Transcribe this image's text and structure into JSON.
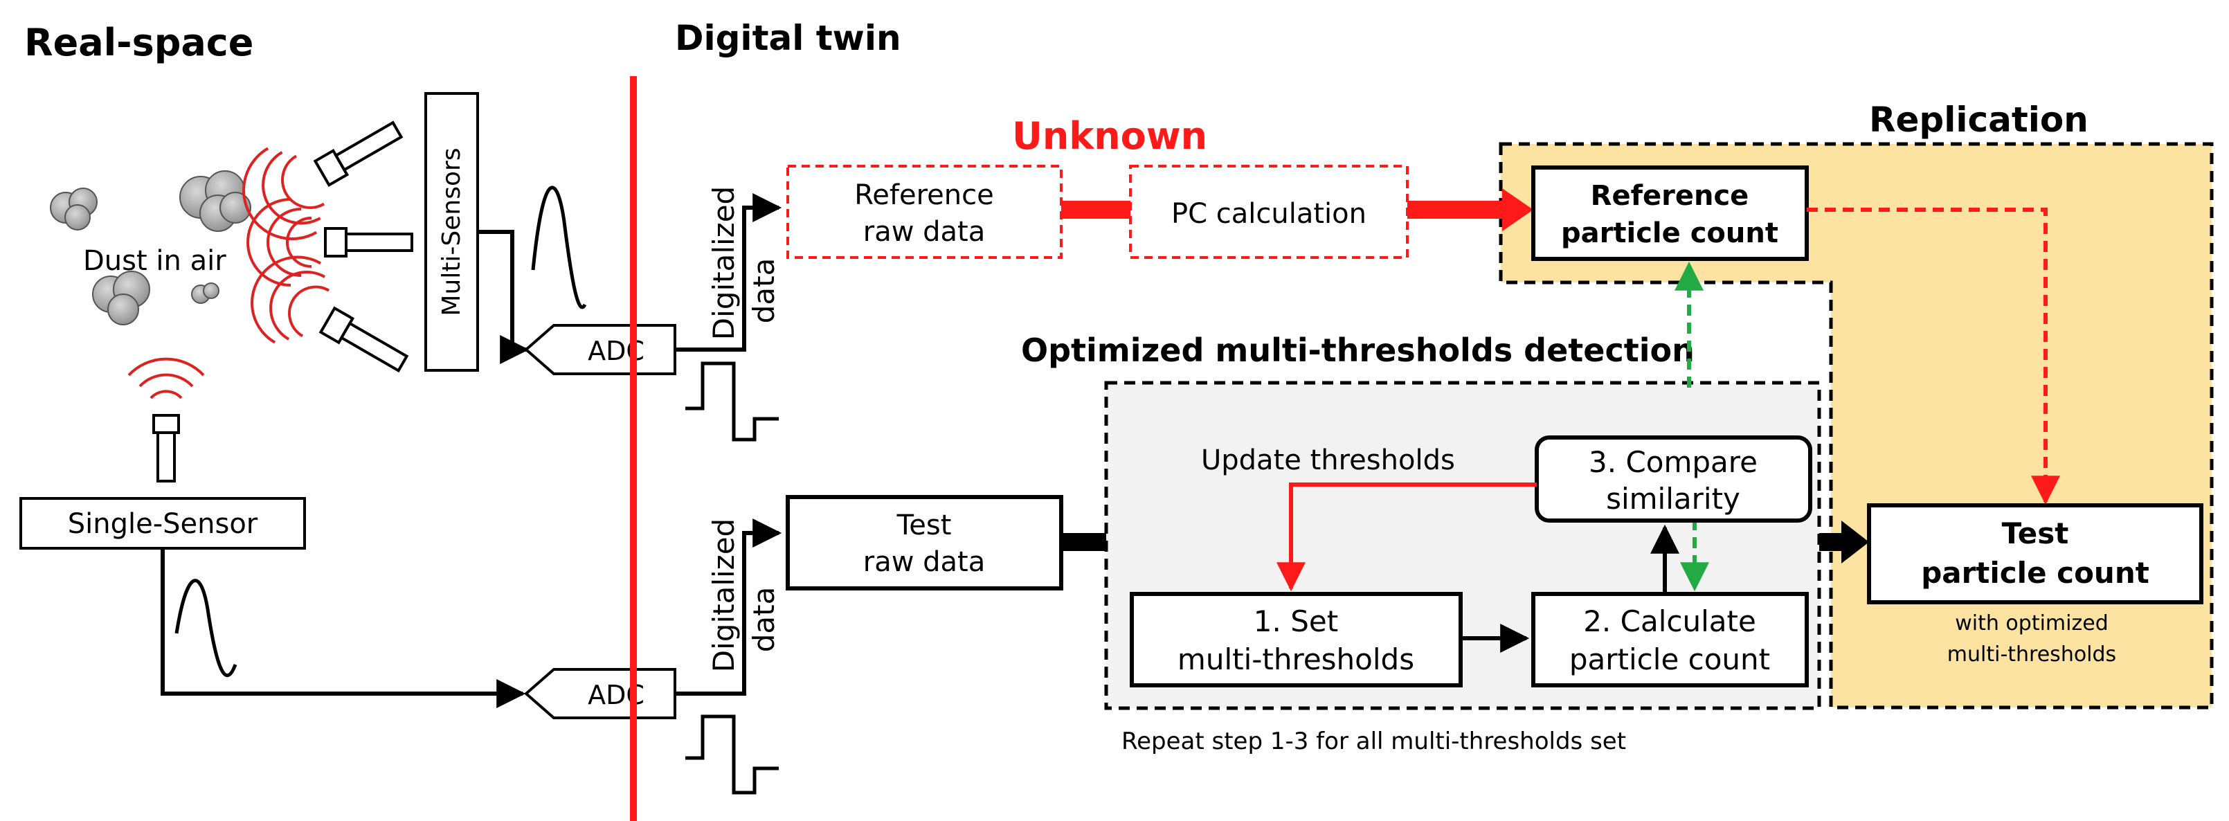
{
  "headers": {
    "real_space": "Real-space",
    "digital_twin": "Digital twin",
    "replication": "Replication",
    "unknown": "Unknown",
    "optimized": "Optimized multi-thresholds detection"
  },
  "labels": {
    "dust": "Dust in air",
    "multi_sensors": "Multi-Sensors",
    "single_sensor": "Single-Sensor",
    "adc": "ADC",
    "digitalized": "Digitalized",
    "data": "data",
    "update_thresholds": "Update thresholds",
    "repeat_note": "Repeat step 1-3 for all multi-thresholds set",
    "with_optimized_1": "with optimized",
    "with_optimized_2": "multi-thresholds"
  },
  "boxes": {
    "ref_raw_1": "Reference",
    "ref_raw_2": "raw data",
    "pc_calc": "PC calculation",
    "ref_pc_1": "Reference",
    "ref_pc_2": "particle count",
    "test_raw_1": "Test",
    "test_raw_2": "raw data",
    "compare_1": "3. Compare",
    "compare_2": "similarity",
    "set_1": "1. Set",
    "set_2": "multi-thresholds",
    "calc_1": "2. Calculate",
    "calc_2": "particle count",
    "test_pc_1": "Test",
    "test_pc_2": "particle count"
  },
  "colors": {
    "red": "#ff1a1a",
    "green": "#22aa44",
    "highlight": "#fde3a1",
    "panel": "#f2f2f2",
    "cloud": "#a9a9a9"
  }
}
